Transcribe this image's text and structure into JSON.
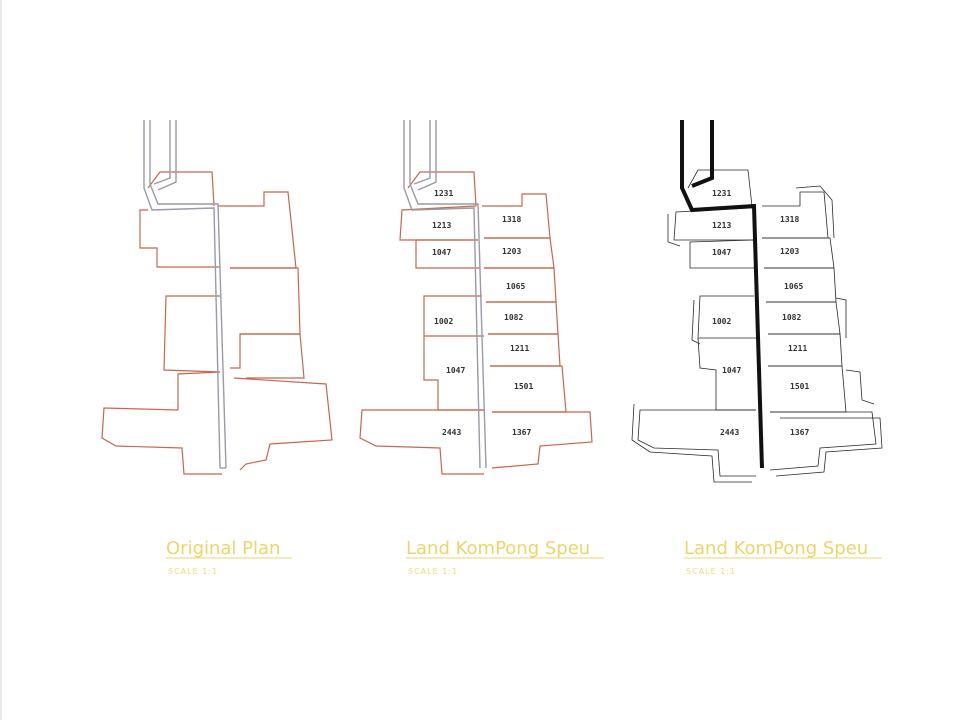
{
  "colors": {
    "background": "#ffffff",
    "parcel_outline": "#c8674e",
    "road_original": "#9a9aa8",
    "road_heavy": "#111111",
    "title": "#efd46a",
    "lot_label": "#333333"
  },
  "plans": [
    {
      "id": "original",
      "title": "Original Plan",
      "scale": "SCALE 1:1",
      "labels": []
    },
    {
      "id": "land-kompong-speu-1",
      "title": "Land KomPong Speu",
      "scale": "SCALE 1:1",
      "labels": [
        "1231",
        "1213",
        "1318",
        "1047",
        "1203",
        "1065",
        "1002",
        "1082",
        "1211",
        "1047",
        "1501",
        "2443",
        "1367"
      ]
    },
    {
      "id": "land-kompong-speu-2",
      "title": "Land KomPong Speu",
      "scale": "SCALE 1:1",
      "labels": [
        "1231",
        "1213",
        "1318",
        "1047",
        "1203",
        "1065",
        "1002",
        "1082",
        "1211",
        "1047",
        "1501",
        "2443",
        "1367"
      ]
    }
  ]
}
